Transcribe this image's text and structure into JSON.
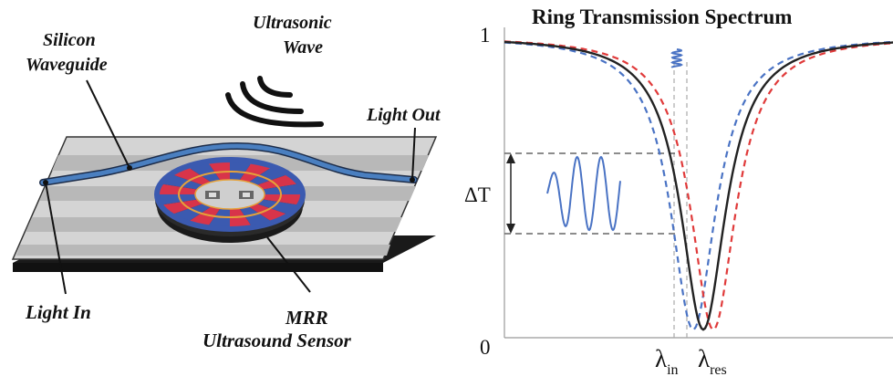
{
  "left_diagram": {
    "labels": {
      "silicon_waveguide": [
        "Silicon",
        "Waveguide"
      ],
      "ultrasonic_wave": [
        "Ultrasonic",
        "Wave"
      ],
      "light_out": "Light Out",
      "light_in": "Light In",
      "mrr_sensor": [
        "MRR",
        "Ultrasound Sensor"
      ]
    },
    "colors": {
      "waveguide": "#4a7fc0",
      "ring_red": "#d8344a",
      "ring_blue": "#3b5ab0",
      "slab_light": "#d4d4d4",
      "slab_stripe": "#b6b6b6",
      "base_dark": "#1a1a1a"
    }
  },
  "right_chart": {
    "title": "Ring Transmission Spectrum",
    "y_tick_top": "1",
    "y_tick_bottom": "0",
    "delta_label": "ΔT",
    "x_label_in": "λ",
    "x_label_in_sub": "in",
    "x_label_res": "λ",
    "x_label_res_sub": "res",
    "colors": {
      "center": "#222222",
      "blue_shift": "#4a73c4",
      "red_shift": "#e03a3a",
      "signal": "#4a73c4"
    }
  },
  "chart_data": {
    "type": "line",
    "ylim": [
      0,
      1
    ],
    "series": [
      {
        "style": "solid",
        "color": "#222222",
        "resonance_offset": 0
      },
      {
        "style": "dashed",
        "color": "#4a73c4",
        "resonance_offset": -1
      },
      {
        "style": "dashed",
        "color": "#e03a3a",
        "resonance_offset": 1
      }
    ]
  }
}
